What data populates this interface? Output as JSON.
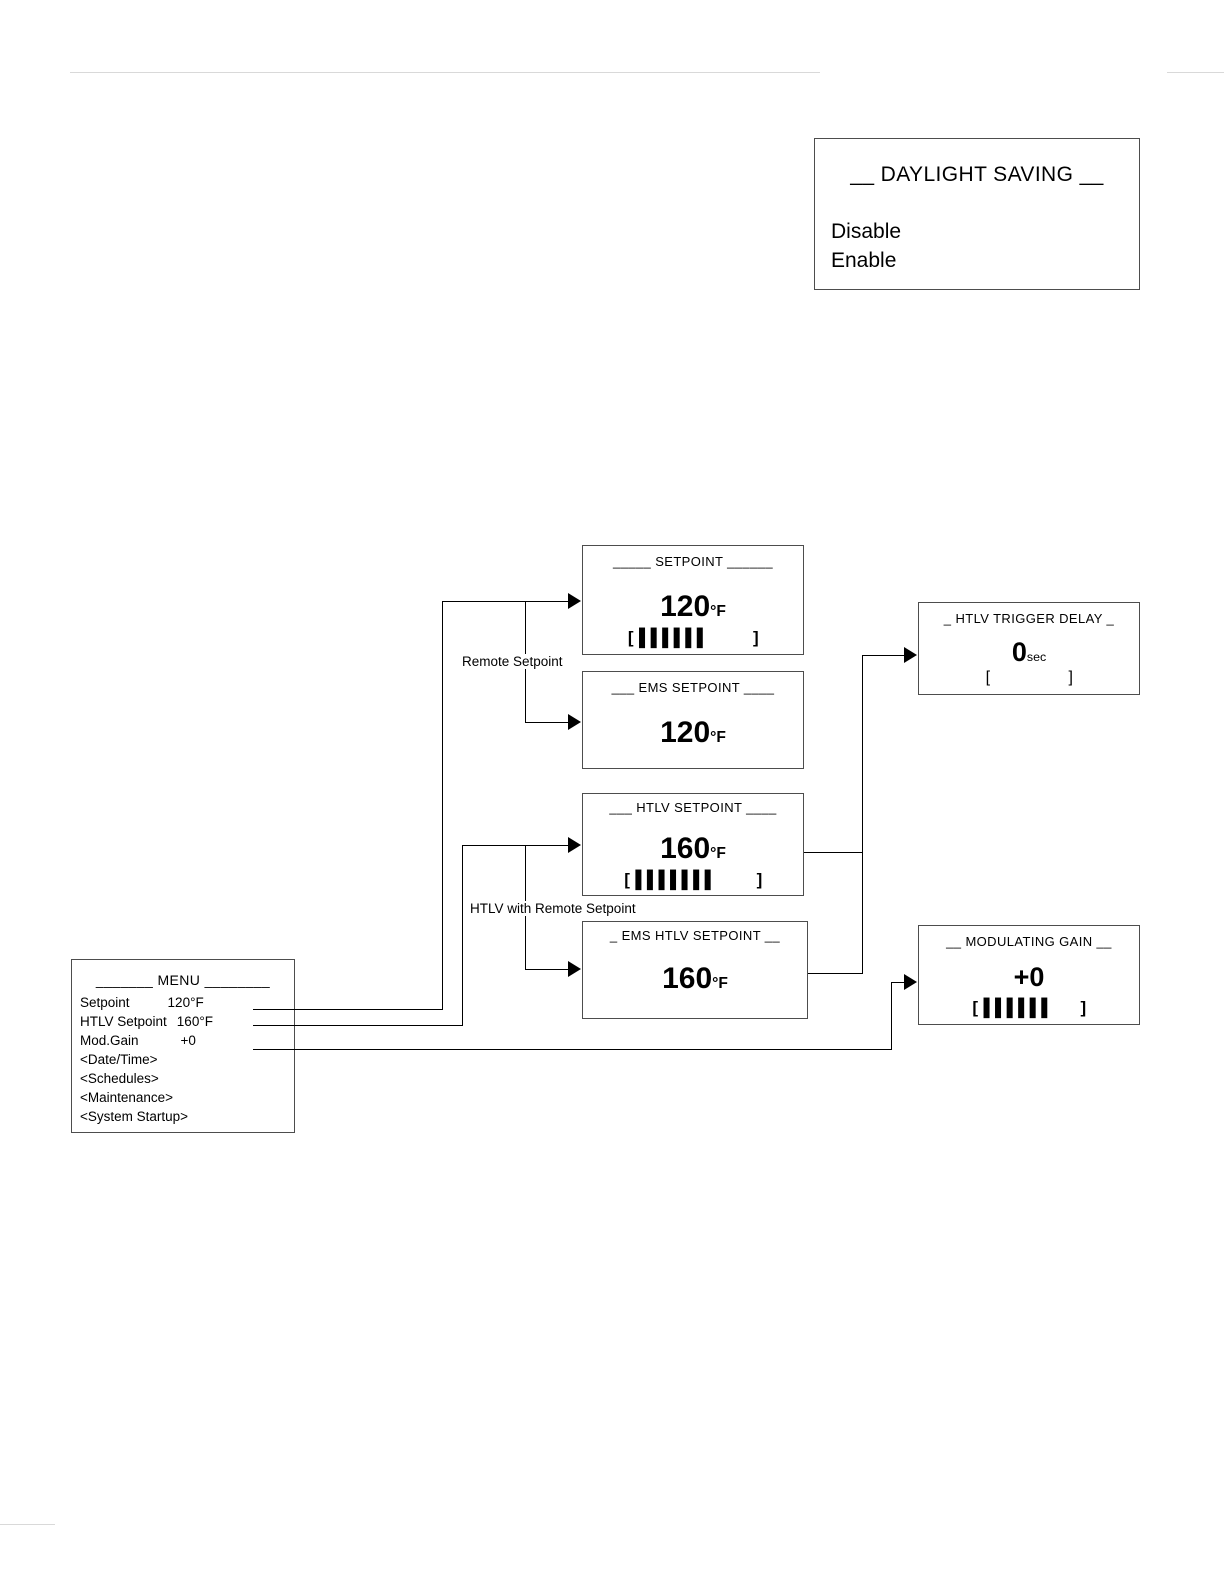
{
  "panels": {
    "daylight_saving": {
      "title": "__ DAYLIGHT SAVING __",
      "options": [
        "Disable",
        "Enable"
      ]
    },
    "setpoint": {
      "title": "_____ SETPOINT ______",
      "value": "120",
      "unit": "°F",
      "bar": "[▐▐▐▐▐▐            ]",
      "bar_filled": 6
    },
    "ems_setpoint": {
      "title": "___ EMS SETPOINT ____",
      "value": "120",
      "unit": "°F"
    },
    "htlv_setpoint": {
      "title": "___ HTLV SETPOINT ____",
      "value": "160",
      "unit": "°F",
      "bar": "[▐▐▐▐▐▐▐           ]",
      "bar_filled": 7
    },
    "ems_htlv_setpoint": {
      "title": "_ EMS HTLV SETPOINT __",
      "value": "160",
      "unit": "°F"
    },
    "htlv_trigger_delay": {
      "title": "_ HTLV TRIGGER DELAY _",
      "value": "0",
      "unit": "sec",
      "bar": "[                    ]",
      "bar_filled": 0
    },
    "modulating_gain": {
      "title": "__ MODULATING GAIN __",
      "value": "+0",
      "bar": "[▐▐▐▐▐▐        ]",
      "bar_filled": 6
    },
    "menu": {
      "title": "_______ MENU ________",
      "items": [
        {
          "label": "Setpoint",
          "value": "120°F"
        },
        {
          "label": "HTLV Setpoint",
          "value": "160°F"
        },
        {
          "label": "Mod.Gain",
          "value": "+0"
        },
        {
          "label": "<Date/Time>",
          "value": ""
        },
        {
          "label": "<Schedules>",
          "value": ""
        },
        {
          "label": "<Maintenance>",
          "value": ""
        },
        {
          "label": "<System Startup>",
          "value": ""
        }
      ]
    }
  },
  "edge_labels": {
    "remote_setpoint": "Remote Setpoint",
    "htlv_with_remote_setpoint": "HTLV with Remote Setpoint"
  }
}
